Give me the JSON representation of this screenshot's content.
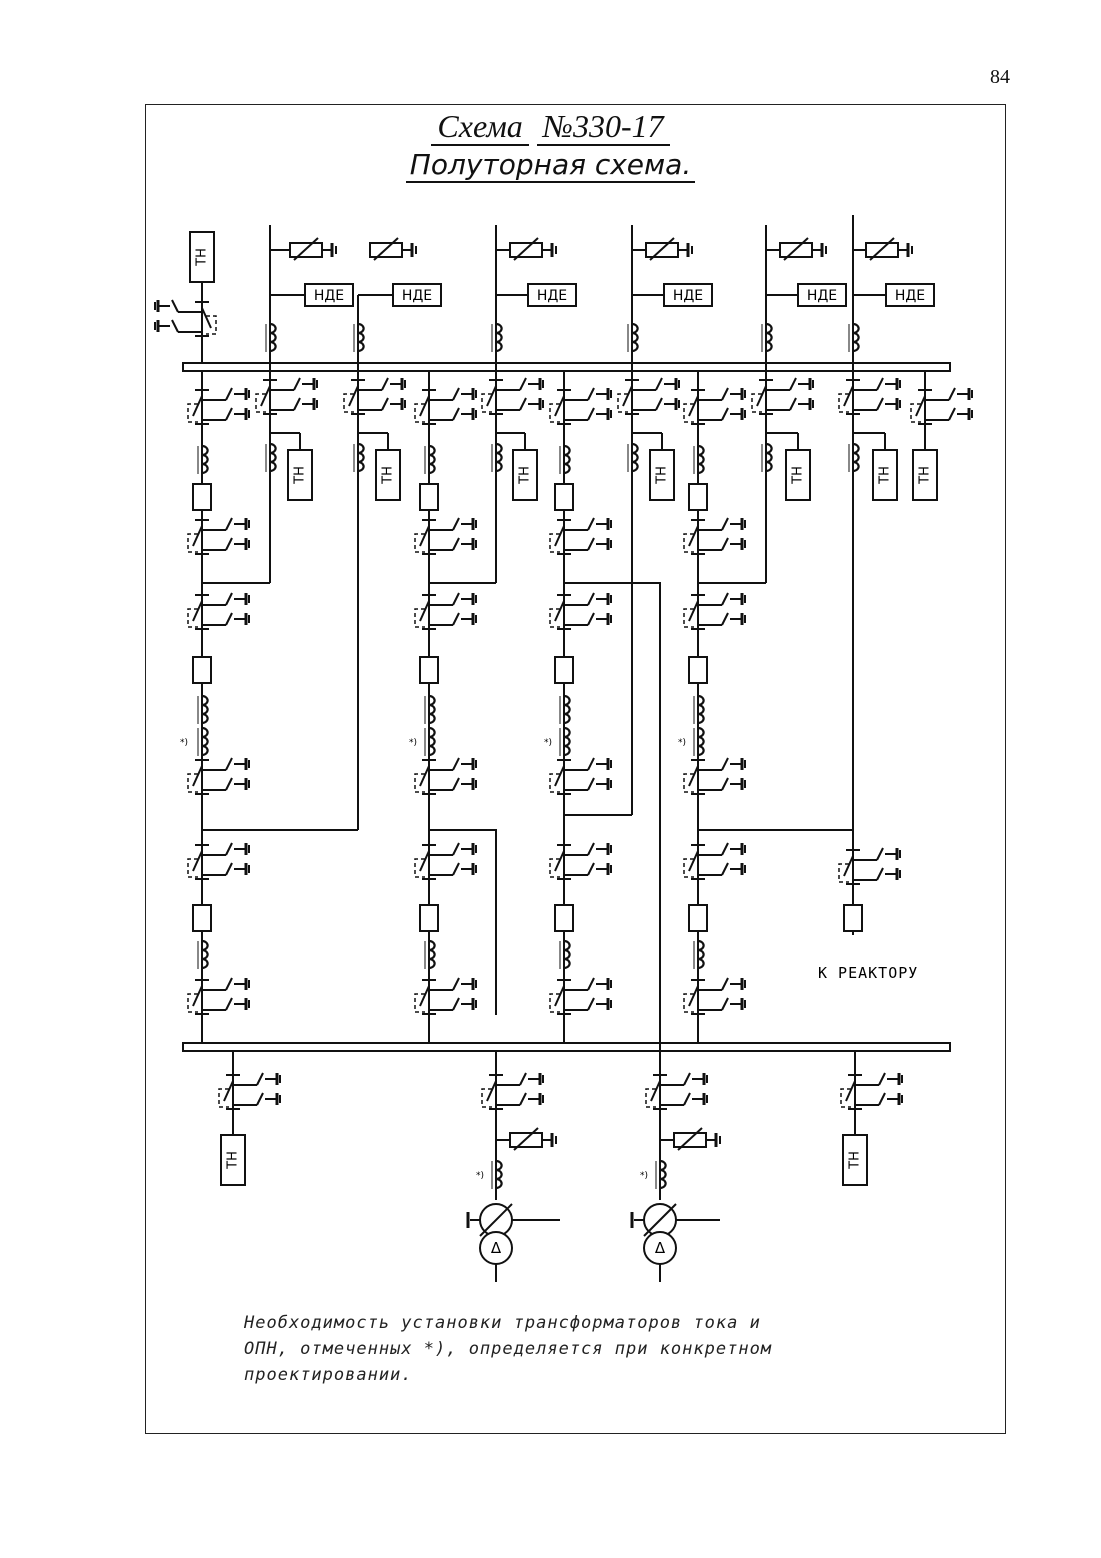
{
  "page_number": "84",
  "title": {
    "scheme_word": "Схема",
    "scheme_number": "№330-17",
    "subtitle": "Полуторная схема."
  },
  "labels": {
    "voltage_transformer": "ТН",
    "hf_unit": "НДЕ",
    "star_mark": "*)",
    "reactor": "К РЕАКТОРУ",
    "delta": "Δ"
  },
  "note": {
    "line1": "Необходимость установки трансформаторов тока и",
    "line2": "ОПН, отмеченных *), определяется при конкретном",
    "line3": "проектировании."
  },
  "colors": {
    "ink": "#111111",
    "frame": "#222222"
  }
}
